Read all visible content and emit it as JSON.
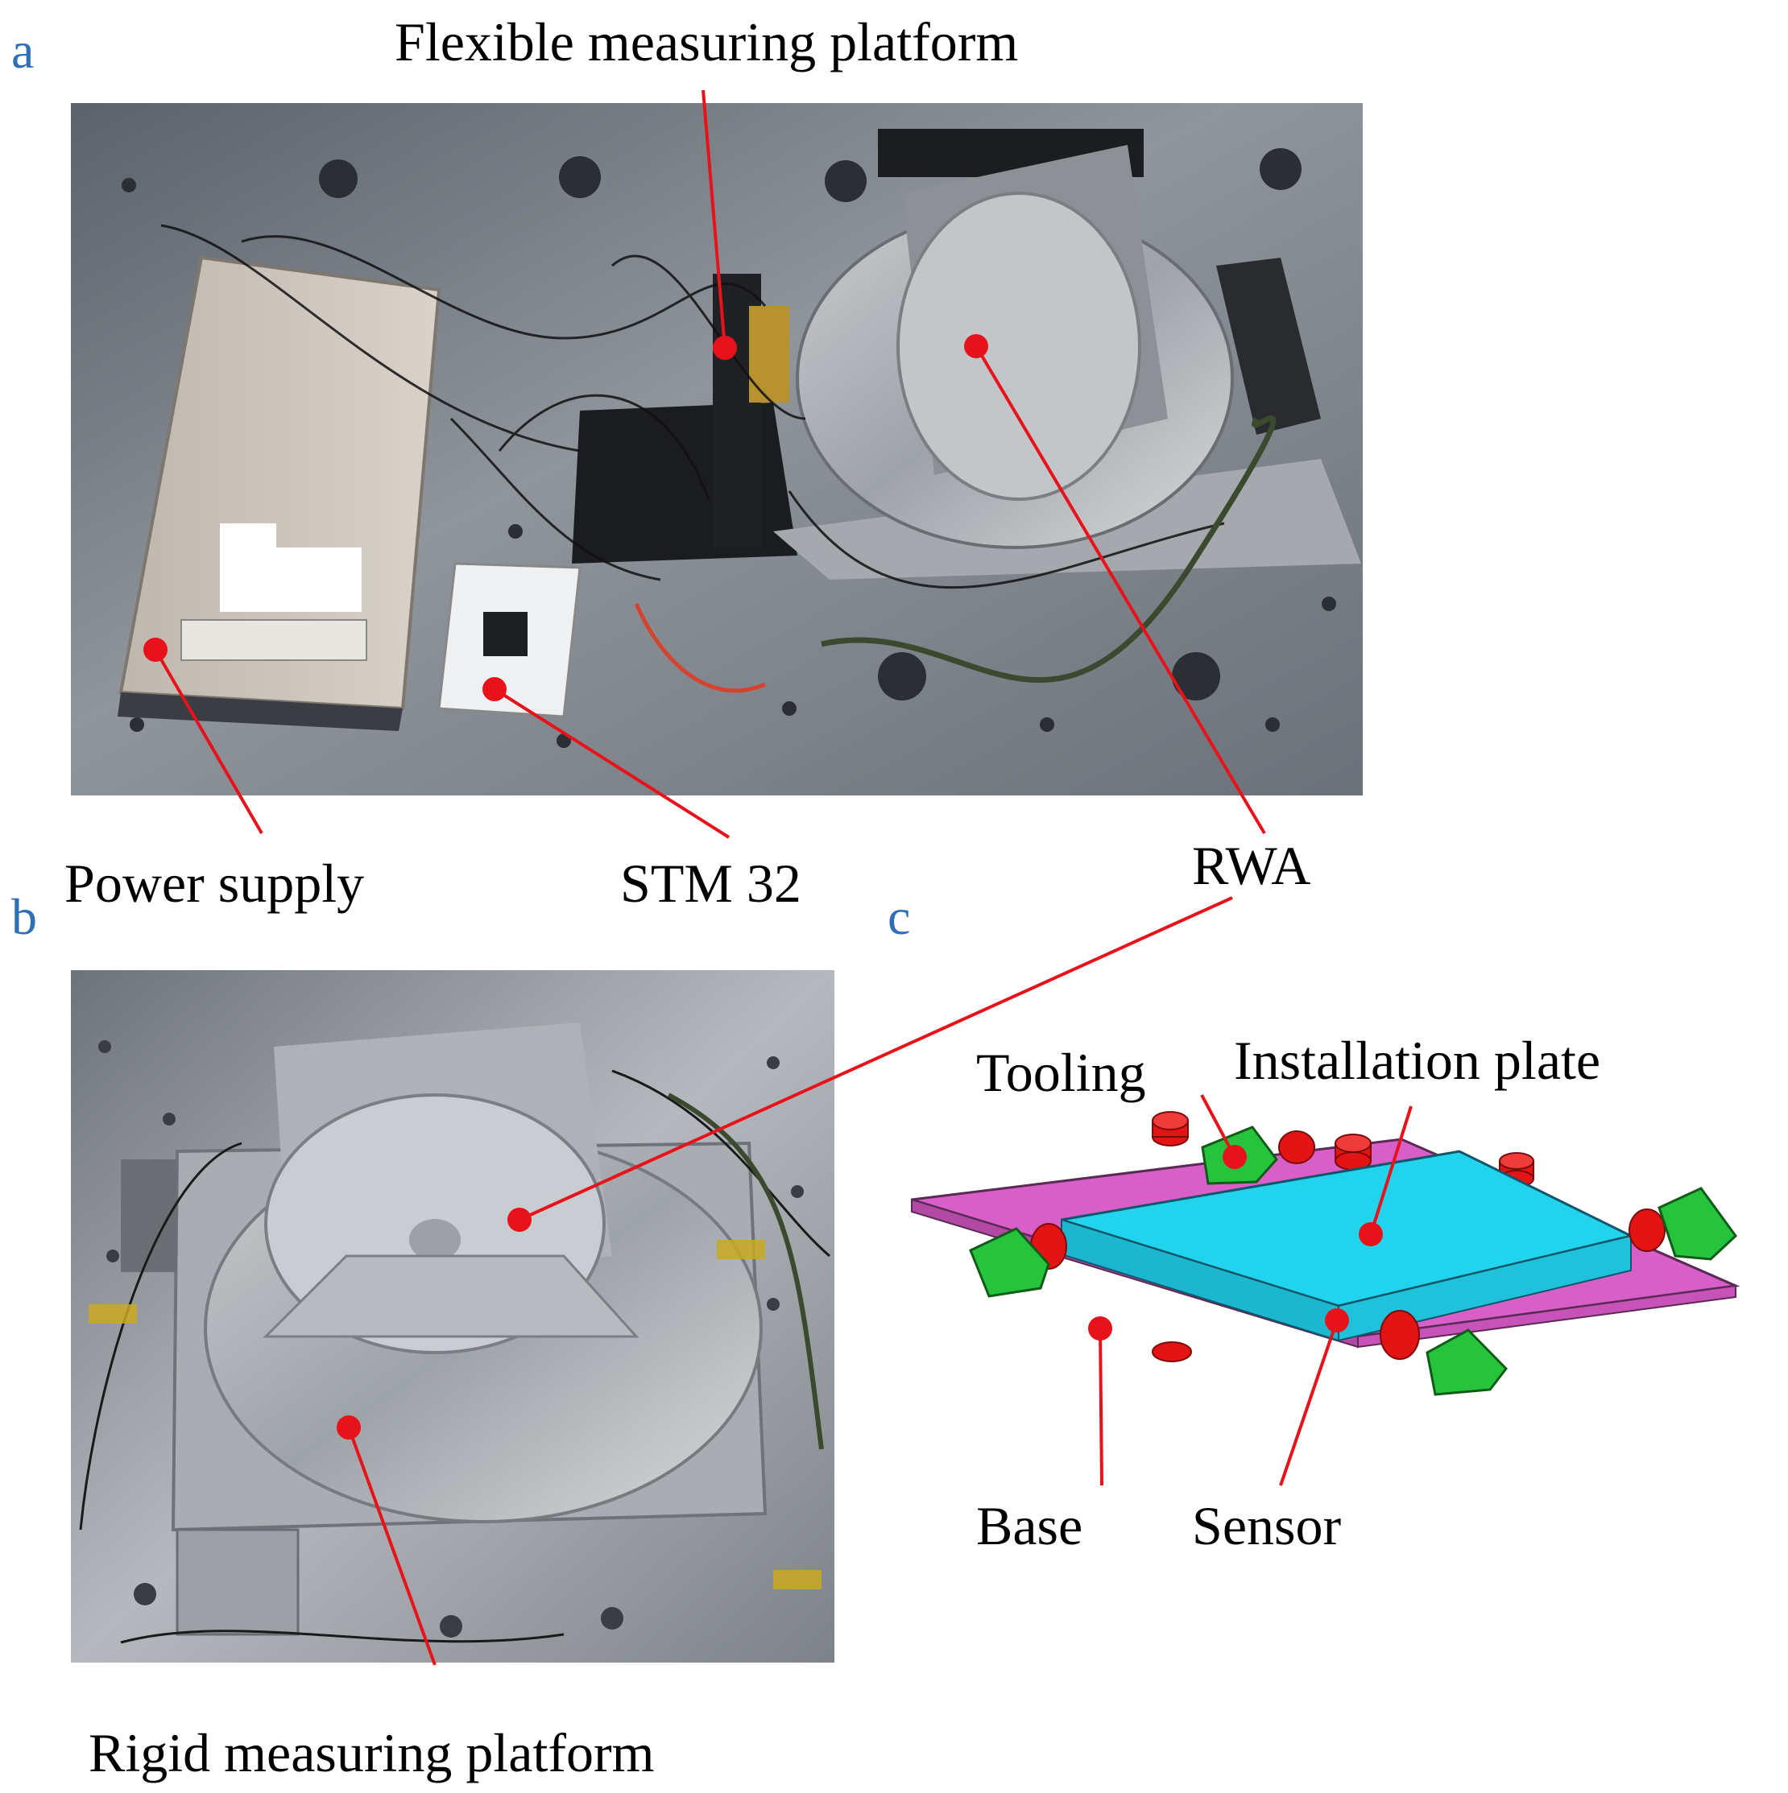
{
  "figure": {
    "panel_a": {
      "letter": "a",
      "labels": {
        "flexible_platform": "Flexible measuring platform",
        "power_supply": "Power supply",
        "stm32": "STM 32",
        "rwa": "RWA"
      }
    },
    "panel_b": {
      "letter": "b",
      "labels": {
        "rigid_platform": "Rigid measuring platform"
      }
    },
    "panel_c": {
      "letter": "c",
      "labels": {
        "tooling": "Tooling",
        "installation_plate": "Installation plate",
        "base": "Base",
        "sensor": "Sensor"
      }
    },
    "colors": {
      "panel_letter": "#2f6fb5",
      "pointer": "#e8121a",
      "installation_plate": "#22d3ee",
      "base": "#d85fc8",
      "tooling": "#26c43c",
      "sensor": "#e41414"
    }
  }
}
